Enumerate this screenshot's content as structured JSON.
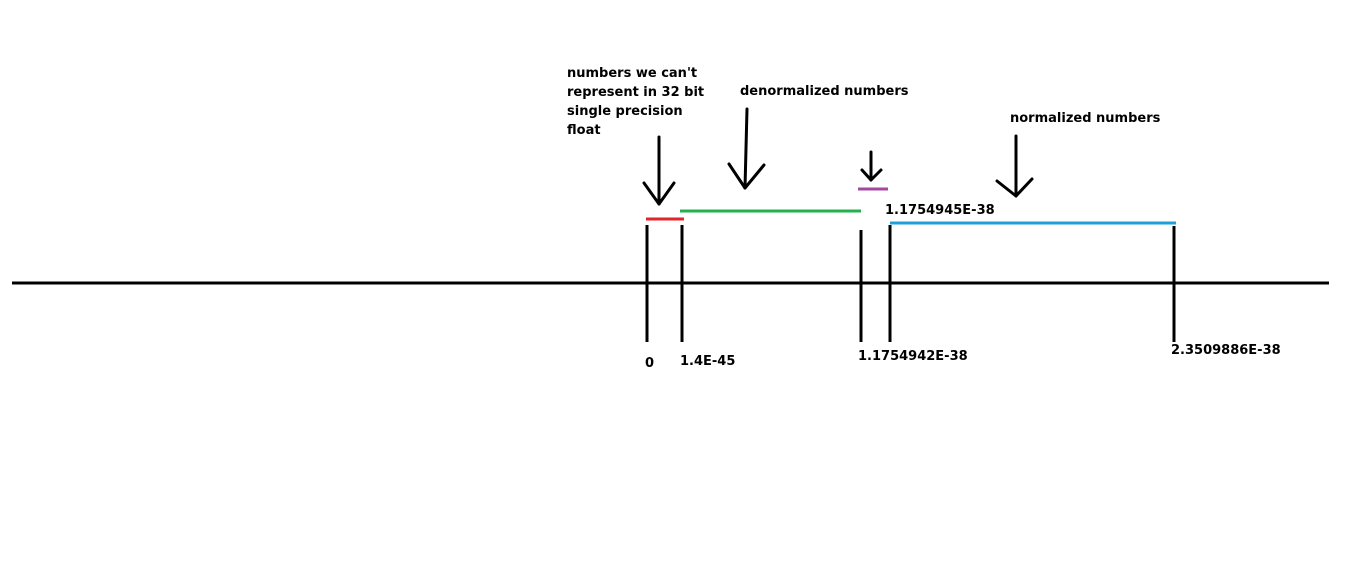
{
  "annotations": {
    "unrepresentable": "numbers we can't represent in 32 bit single precision float",
    "denormalized": "denormalized numbers",
    "normalized": "normalized numbers"
  },
  "tick_labels": {
    "zero": "0",
    "min_denormal": "1.4E-45",
    "max_denormal": "1.1754942E-38",
    "min_normal": "1.1754945E-38",
    "end_normal": "2.3509886E-38"
  },
  "colors": {
    "axis": "#000000",
    "unrepresentable_range": "#e0262b",
    "denormalized_range": "#22b14c",
    "gap_range": "#a349a4",
    "normalized_range": "#1fa0d8"
  }
}
